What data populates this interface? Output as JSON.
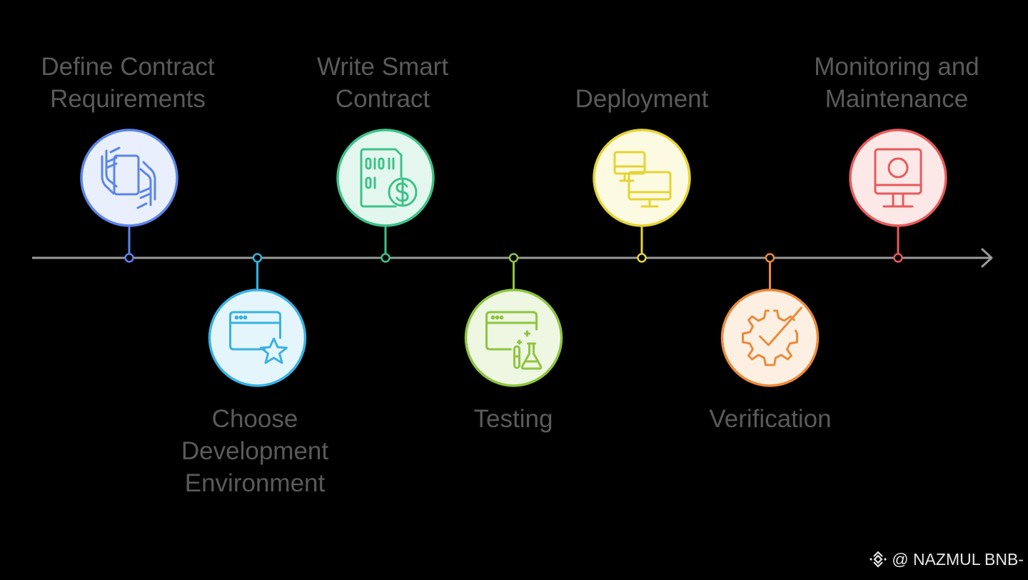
{
  "steps": [
    {
      "label_lines": [
        "Define Contract",
        "Requirements"
      ],
      "color": "#5b85ea",
      "fill": "#e9effd",
      "icon": "hands-holding-tablet-icon",
      "position": "above"
    },
    {
      "label_lines": [
        "Choose",
        "Development",
        "Environment"
      ],
      "color": "#38b2e2",
      "fill": "#e5f5fc",
      "icon": "browser-window-star-icon",
      "position": "below"
    },
    {
      "label_lines": [
        "Write Smart",
        "Contract"
      ],
      "color": "#3cc28a",
      "fill": "#e4f7ee",
      "icon": "binary-code-dollar-icon",
      "position": "above"
    },
    {
      "label_lines": [
        "Testing"
      ],
      "color": "#8fc440",
      "fill": "#eef7e2",
      "icon": "browser-window-flask-icon",
      "position": "below"
    },
    {
      "label_lines": [
        "Deployment"
      ],
      "color": "#e5d433",
      "fill": "#fcfae0",
      "icon": "two-monitors-icon",
      "position": "above"
    },
    {
      "label_lines": [
        "Verification"
      ],
      "color": "#eb8a3a",
      "fill": "#fdf0e3",
      "icon": "gear-check-icon",
      "position": "below"
    },
    {
      "label_lines": [
        "Monitoring and",
        "Maintenance"
      ],
      "color": "#e85a5a",
      "fill": "#fde8e8",
      "icon": "monitor-eye-icon",
      "position": "above"
    }
  ],
  "timeline": {
    "color": "#9a9a9a"
  },
  "watermark": {
    "text": "@ NAZMUL BNB-",
    "icon": "binance-logo-icon"
  }
}
